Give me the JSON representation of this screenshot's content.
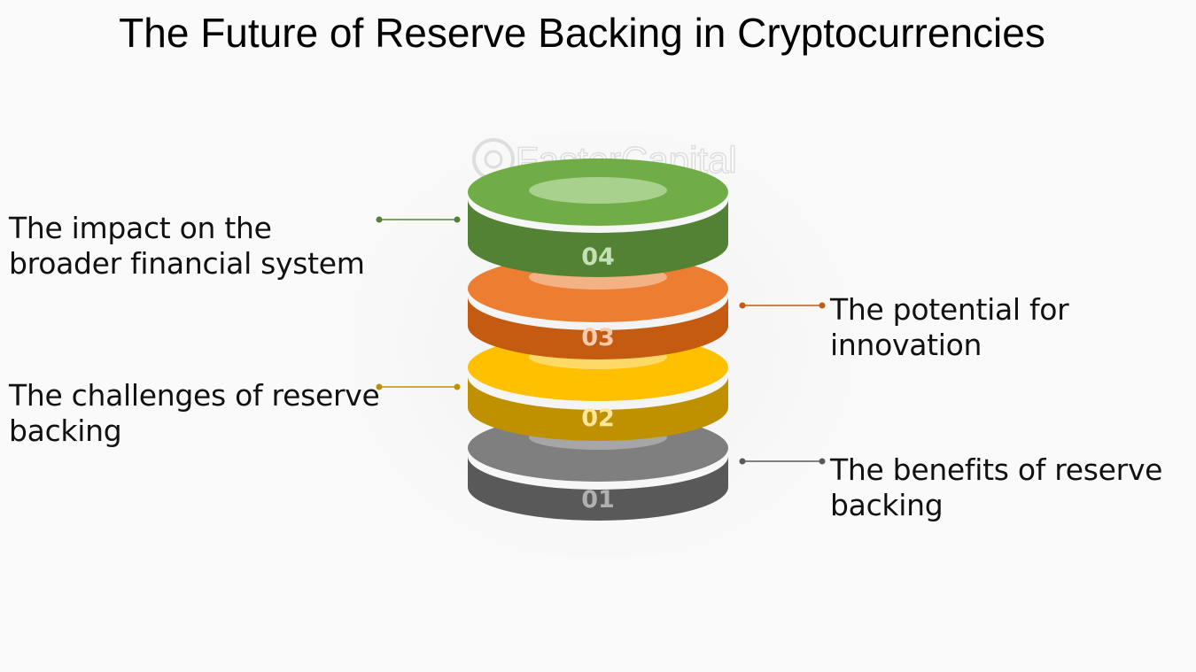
{
  "title": "The Future of Reserve Backing in Cryptocurrencies",
  "watermark": "FasterCapital",
  "colors": {
    "green_top": "#70ad47",
    "green_side": "#548235",
    "orange_top": "#ed7d31",
    "orange_side": "#c55a11",
    "yellow_top": "#ffc000",
    "yellow_side": "#bf9000",
    "gray_top": "#7f7f7f",
    "gray_side": "#595959"
  },
  "layers": [
    {
      "number": "01",
      "label_lines": [
        "The benefits of reserve",
        "backing"
      ],
      "color": "gray"
    },
    {
      "number": "02",
      "label_lines": [
        "The challenges of reserve",
        "backing"
      ],
      "color": "yellow"
    },
    {
      "number": "03",
      "label_lines": [
        "The potential for",
        "innovation"
      ],
      "color": "orange"
    },
    {
      "number": "04",
      "label_lines": [
        "The impact on the",
        "broader financial system"
      ],
      "color": "green"
    }
  ]
}
